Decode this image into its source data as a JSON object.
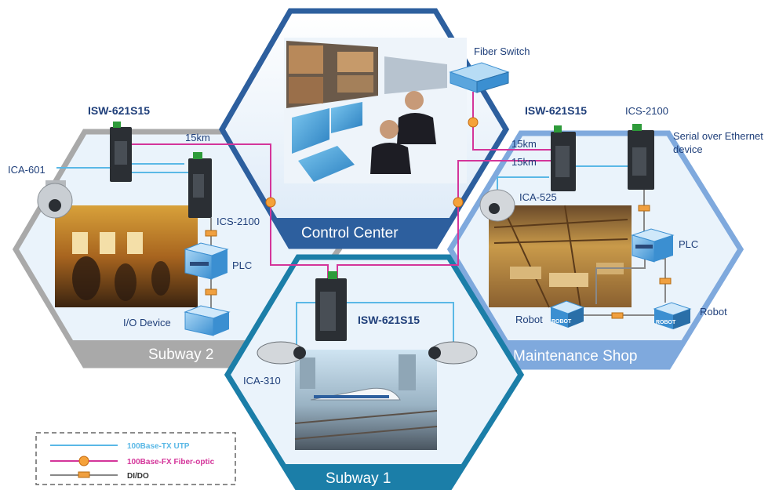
{
  "zones": {
    "control_center": "Control Center",
    "subway_2": "Subway 2",
    "subway_1": "Subway 1",
    "maintenance_shop": "Maintenance Shop"
  },
  "labels": {
    "fiber_switch": "Fiber Switch",
    "isw_left": "ISW-621S15",
    "isw_right": "ISW-621S15",
    "isw_center": "ISW-621S15",
    "ics_left": "ICS-2100",
    "ics_right": "ICS-2100",
    "serial_line1": "Serial over Ethernet",
    "serial_line2": "device",
    "ica_601": "ICA-601",
    "ica_525": "ICA-525",
    "ica_310": "ICA-310",
    "plc_left": "PLC",
    "plc_right": "PLC",
    "io_device": "I/O Device",
    "robot_left": "Robot",
    "robot_right": "Robot",
    "robot_box": "ROBOT",
    "dist_left": "15km",
    "dist_right_1": "15km",
    "dist_right_2": "15km"
  },
  "legend": {
    "utp": "100Base-TX UTP",
    "fiber": "100Base-FX Fiber-optic",
    "dido": "DI/DO"
  },
  "colors": {
    "utp": "#5ab8e6",
    "fiber": "#d4359a",
    "dido": "#888888",
    "hex_fill": "#eaf3fb",
    "subway2_border": "#a9a9a9",
    "control_border": "#2d5f9e",
    "subway1_border": "#1b7ea8",
    "maint_border": "#7fa9dd"
  }
}
